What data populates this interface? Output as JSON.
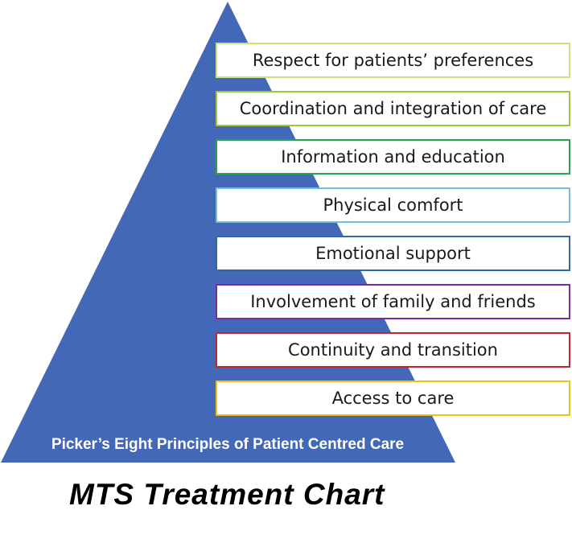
{
  "diagram": {
    "caption": "Picker’s Eight Principles of Patient Centred Care",
    "pyramid_color": "#4468b8",
    "principles": [
      {
        "label": "Respect for patients’ preferences",
        "border_color": "#c9e27a"
      },
      {
        "label": "Coordination and integration of care",
        "border_color": "#9cc83a"
      },
      {
        "label": "Information and education",
        "border_color": "#27a34a"
      },
      {
        "label": "Physical comfort",
        "border_color": "#6fc0df"
      },
      {
        "label": "Emotional support",
        "border_color": "#2f6aa3"
      },
      {
        "label": "Involvement of family and friends",
        "border_color": "#7a2aa3"
      },
      {
        "label": "Continuity and transition",
        "border_color": "#c0272d"
      },
      {
        "label": "Access to care",
        "border_color": "#f2c010"
      }
    ]
  },
  "title": "MTS Treatment Chart"
}
